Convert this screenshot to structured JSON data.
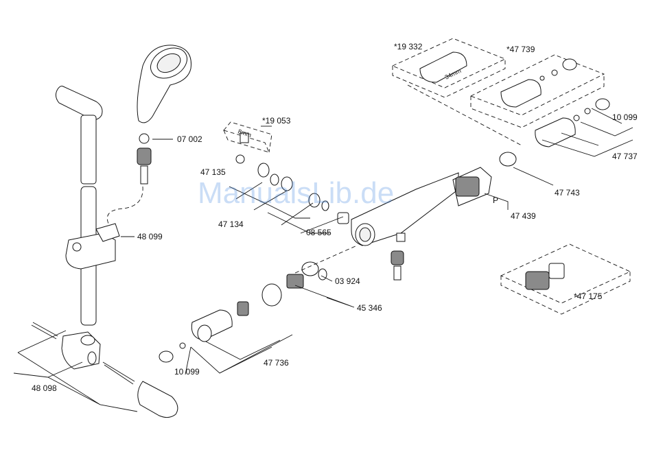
{
  "watermark": "ManualsLib.de",
  "labels": {
    "l07002": "07 002",
    "l48099": "48 099",
    "l48098": "48 098",
    "l19053": "*19 053",
    "l8mm": "8mm",
    "l47135": "47 135",
    "l47134": "47 134",
    "l08565": "08 565",
    "l03924": "03 924",
    "l45346": "45 346",
    "l47736": "47 736",
    "l10099a": "10 099",
    "l19332": "*19 332",
    "l34mm": "34mm",
    "l47739": "*47 739",
    "l10099b": "10 099",
    "l47737": "47 737",
    "l47743": "47 743",
    "lP": "P",
    "l47439": "47 439",
    "l47175": "*47 175"
  }
}
